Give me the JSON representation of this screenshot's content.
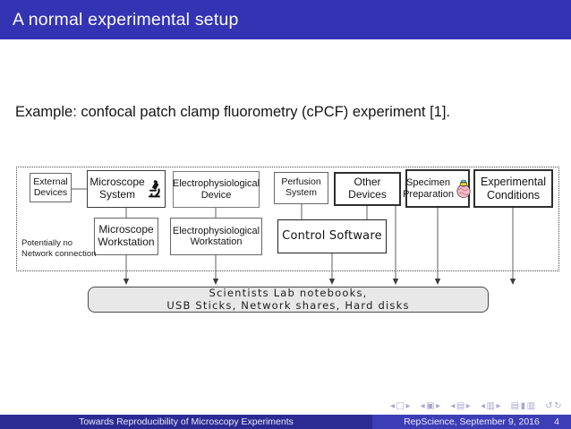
{
  "header": {
    "title": "A normal experimental setup"
  },
  "body": {
    "example_text": "Example: confocal patch clamp fluorometry (cPCF) experiment [1]."
  },
  "diagram": {
    "note": "Potentially no\nNetwork connection",
    "boxes": {
      "external_devices": {
        "label": "External\nDevices"
      },
      "microscope_system": {
        "label": "Microscope\nSystem"
      },
      "electrophysiological_device": {
        "label": "Electrophysiological\nDevice"
      },
      "perfusion_system": {
        "label": "Perfusion\nSystem"
      },
      "other_devices": {
        "label": "Other Devices"
      },
      "specimen_preparation": {
        "label": "Specimen\nPreparation"
      },
      "experimental_conditions": {
        "label": "Experimental\nConditions"
      },
      "microscope_workstation": {
        "label": "Microscope\nWorkstation"
      },
      "electrophysiological_workstation": {
        "label": "Electrophysiological\nWorkstation"
      },
      "control_software": {
        "label": "Control Software"
      },
      "storage": {
        "label": "Scientists Lab notebooks,\nUSB Sticks, Network shares, Hard disks"
      }
    },
    "icons": {
      "microscope": "microscope-icon",
      "specimen_bottle": "specimen-bottle-icon",
      "navigation": "beamer-navigation-icons"
    }
  },
  "nav": {
    "symbols": "◂□▸ ◂▣▸ ◂▤▸ ◂▥▸ ▤▮▥ ↺↻"
  },
  "footer": {
    "left": "Towards Reproducibility of Microscopy Experiments",
    "right": "RepScience, September 9, 2016",
    "page": "4"
  },
  "colors": {
    "accent": "#3333b3",
    "footer_left": "#2b2b93",
    "footer_right": "#3d3db6",
    "storage_fill": "#e8e8e8",
    "specimen_pink": "#f6bcc8",
    "specimen_band": "#eed22a",
    "specimen_cap": "#45c8cc"
  }
}
